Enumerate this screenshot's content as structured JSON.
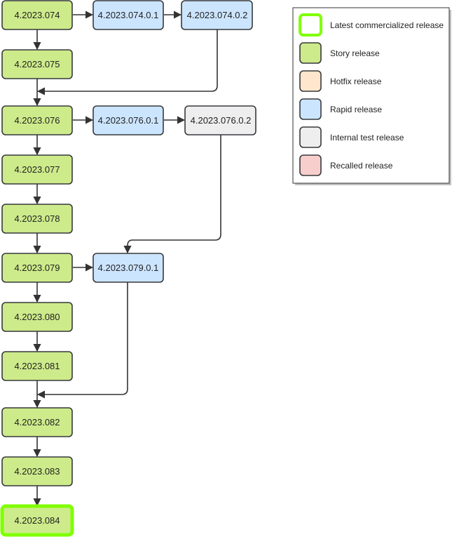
{
  "colors": {
    "story": "#cdeb8b",
    "rapid": "#cce5ff",
    "hotfix": "#ffe6cc",
    "internal": "#eeeeee",
    "recalled": "#f8cecc",
    "latest_border": "#80ff00",
    "stroke": "#36393d",
    "edge": "#333333"
  },
  "nodes": {
    "n074": "4.2023.074",
    "n074_1": "4.2023.074.0.1",
    "n074_2": "4.2023.074.0.2",
    "n075": "4.2023.075",
    "n076": "4.2023.076",
    "n076_1": "4.2023.076.0.1",
    "n076_2": "4.2023.076.0.2",
    "n077": "4.2023.077",
    "n078": "4.2023.078",
    "n079": "4.2023.079",
    "n079_1": "4.2023.079.0.1",
    "n080": "4.2023.080",
    "n081": "4.2023.081",
    "n082": "4.2023.082",
    "n083": "4.2023.083",
    "n084": "4.2023.084"
  },
  "legend": {
    "latest": "Latest commercialized release",
    "story": "Story release",
    "hotfix": "Hotfix release",
    "rapid": "Rapid release",
    "internal": "Internal test release",
    "recalled": "Recalled release"
  }
}
